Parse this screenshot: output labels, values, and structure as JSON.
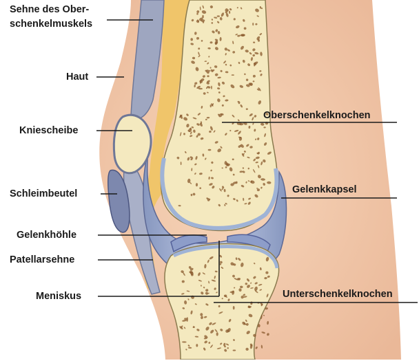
{
  "labels": {
    "sehne_line1": "Sehne des Ober-",
    "sehne_line2": "schenkelmuskels",
    "haut": "Haut",
    "kniescheibe": "Kniescheibe",
    "schleimbeutel": "Schleimbeutel",
    "gelenkhoehle": "Gelenkhöhle",
    "patellarsehne": "Patellarsehne",
    "meniskus": "Meniskus",
    "oberschenkelknochen": "Oberschenkelknochen",
    "gelenkkapsel": "Gelenkkapsel",
    "unterschenkelknochen": "Unterschenkelknochen"
  },
  "colors": {
    "skin": "#f2c7a6",
    "skin_shadow": "#e6ae8c",
    "bone": "#f4e9bf",
    "marrow": "#8a5a2e",
    "cartilage": "#9fb3d6",
    "tendon": "#a7aec4",
    "fat": "#f0c56a",
    "line": "#1a1a1a"
  }
}
